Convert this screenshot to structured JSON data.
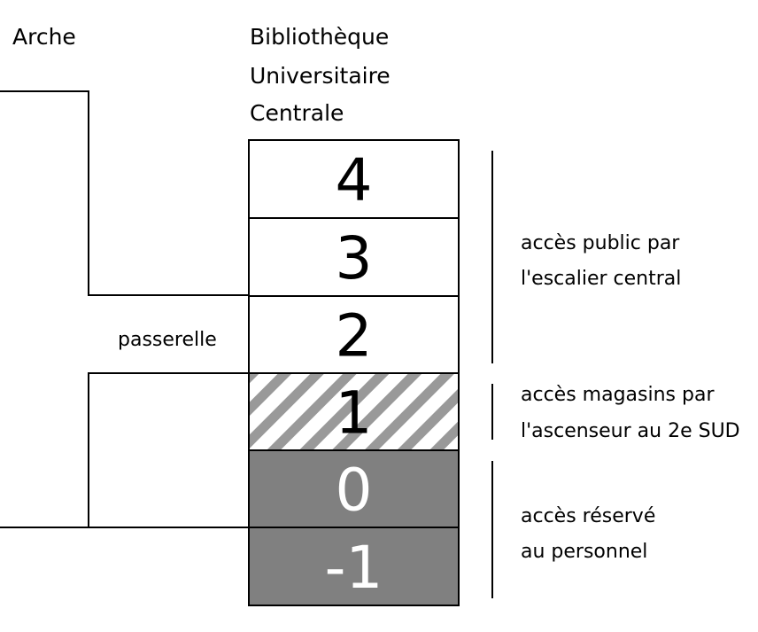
{
  "arche_label": "Arche",
  "bu_title": [
    "Bibliothèque",
    "Universitaire",
    "Centrale"
  ],
  "passerelle_label": "passerelle",
  "floors": [
    {
      "label": "4",
      "fill": "#ffffff",
      "text_color": "#000000",
      "pattern": "none"
    },
    {
      "label": "3",
      "fill": "#ffffff",
      "text_color": "#000000",
      "pattern": "none"
    },
    {
      "label": "2",
      "fill": "#ffffff",
      "text_color": "#000000",
      "pattern": "none"
    },
    {
      "label": "1",
      "fill": "#ffffff",
      "text_color": "#000000",
      "pattern": "diagonal-stripes"
    },
    {
      "label": "0",
      "fill": "#808080",
      "text_color": "#ffffff",
      "pattern": "none"
    },
    {
      "label": "-1",
      "fill": "#808080",
      "text_color": "#ffffff",
      "pattern": "none"
    }
  ],
  "access_notes": [
    {
      "lines": [
        "accès public par",
        "l'escalier central"
      ]
    },
    {
      "lines": [
        "accès magasins par",
        "l'ascenseur au 2e SUD"
      ]
    },
    {
      "lines": [
        "accès réservé",
        "au personnel"
      ]
    }
  ],
  "colors": {
    "stroke": "#000000",
    "stripe": "#999999",
    "dark_floor": "#808080"
  }
}
